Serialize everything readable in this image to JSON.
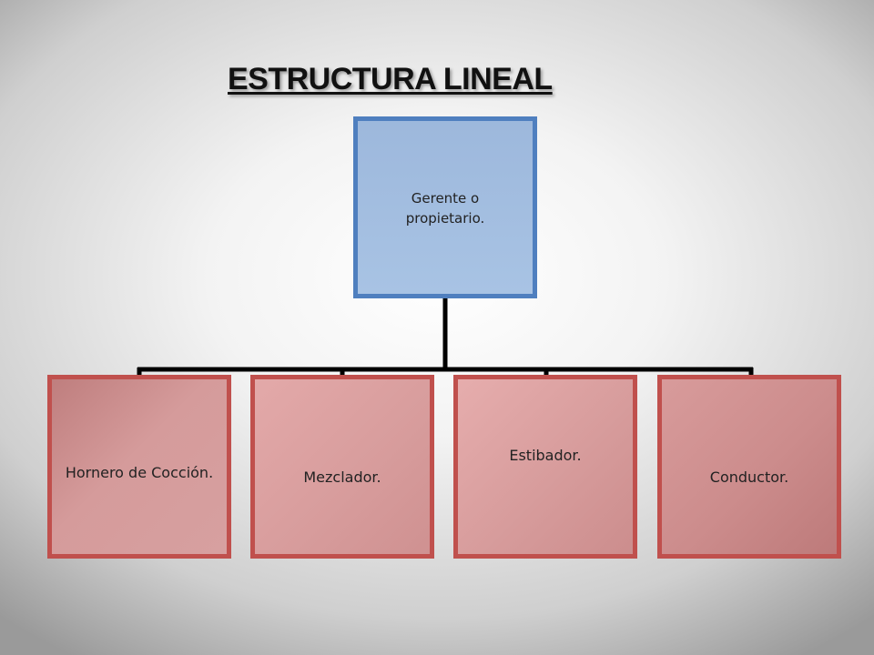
{
  "title": "ESTRUCTURA LINEAL",
  "root": {
    "label": "Gerente o propietario."
  },
  "children": [
    {
      "label": "Hornero de Cocción."
    },
    {
      "label": "Mezclador."
    },
    {
      "label": "Estibador."
    },
    {
      "label": "Conductor."
    }
  ],
  "colors": {
    "root_border": "#4f7fbf",
    "root_fill": "#a3bfe1",
    "child_border": "#c0504d",
    "child_fill": "#d69a9a",
    "connector": "#000000"
  }
}
